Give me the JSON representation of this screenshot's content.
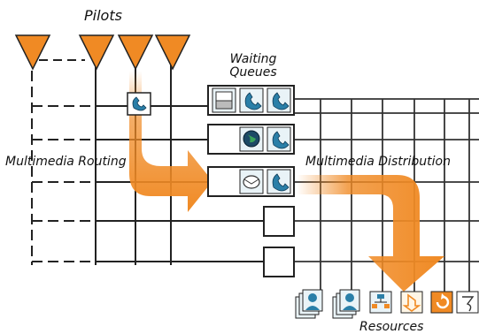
{
  "labels": {
    "pilots": "Pilots",
    "waiting_line1": "Waiting",
    "waiting_line2": "Queues",
    "routing": "Multimedia Routing",
    "distribution": "Multimedia Distribution",
    "resources": "Resources"
  },
  "pilots": [
    {
      "icon": "pilot-triangle-icon"
    },
    {
      "icon": "pilot-triangle-icon"
    },
    {
      "icon": "pilot-triangle-icon"
    },
    {
      "icon": "pilot-triangle-icon"
    }
  ],
  "queues": [
    {
      "icons": [
        "fax-icon",
        "phone-icon",
        "phone-icon"
      ]
    },
    {
      "icons": [
        "globe-icon",
        "phone-icon"
      ]
    },
    {
      "icons": [
        "email-icon",
        "phone-icon"
      ]
    },
    {
      "icons": []
    },
    {
      "icons": []
    }
  ],
  "resources": [
    {
      "icon": "agent-stack-icon"
    },
    {
      "icon": "agent-stack-icon"
    },
    {
      "icon": "org-chart-icon"
    },
    {
      "icon": "routing-arrow-icon"
    },
    {
      "icon": "loop-icon"
    },
    {
      "icon": "hook-icon"
    }
  ],
  "colors": {
    "accent_orange": "#f08a24",
    "line": "#222222",
    "icon_fill": "#e9f3f7"
  }
}
